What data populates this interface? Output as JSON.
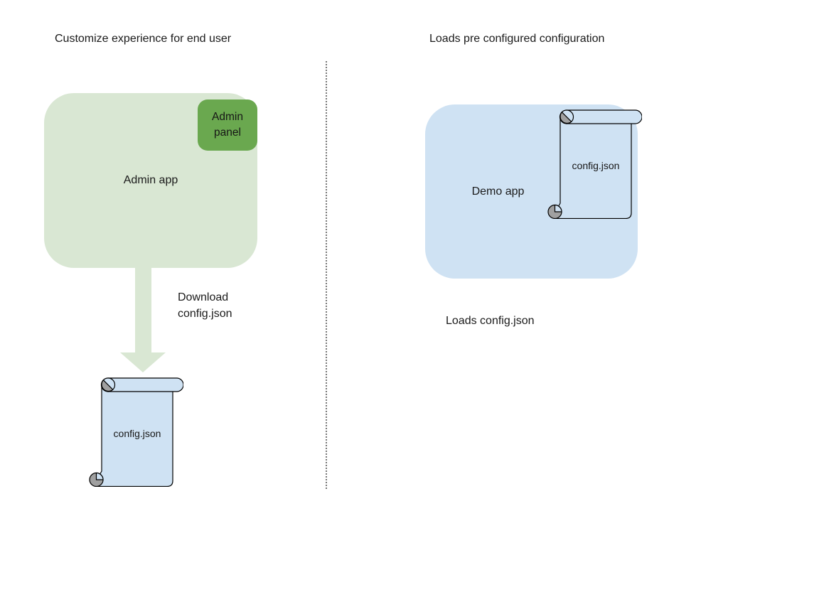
{
  "canvas": {
    "background": "#ffffff"
  },
  "left": {
    "title": "Customize experience for end user",
    "admin_app_label": "Admin app",
    "admin_panel_label": "Admin panel",
    "download_label": "Download config.json",
    "config_file_label": "config.json"
  },
  "right": {
    "title": "Loads pre configured configuration",
    "demo_app_label": "Demo app",
    "config_file_label": "config.json",
    "caption": "Loads config.json"
  },
  "shapes": {
    "left_config_file": "scroll-document-shape",
    "right_config_file": "scroll-document-shape",
    "download_arrow": "down-arrow-shape"
  },
  "colors": {
    "app_green_light": "#d9e7d3",
    "app_green": "#6aa84f",
    "app_blue_light": "#cfe2f3",
    "scroll_curl_gray": "#a0a0a0",
    "outline_black": "#000000",
    "divider_gray": "#777777",
    "text_black": "#1a1a1a"
  }
}
